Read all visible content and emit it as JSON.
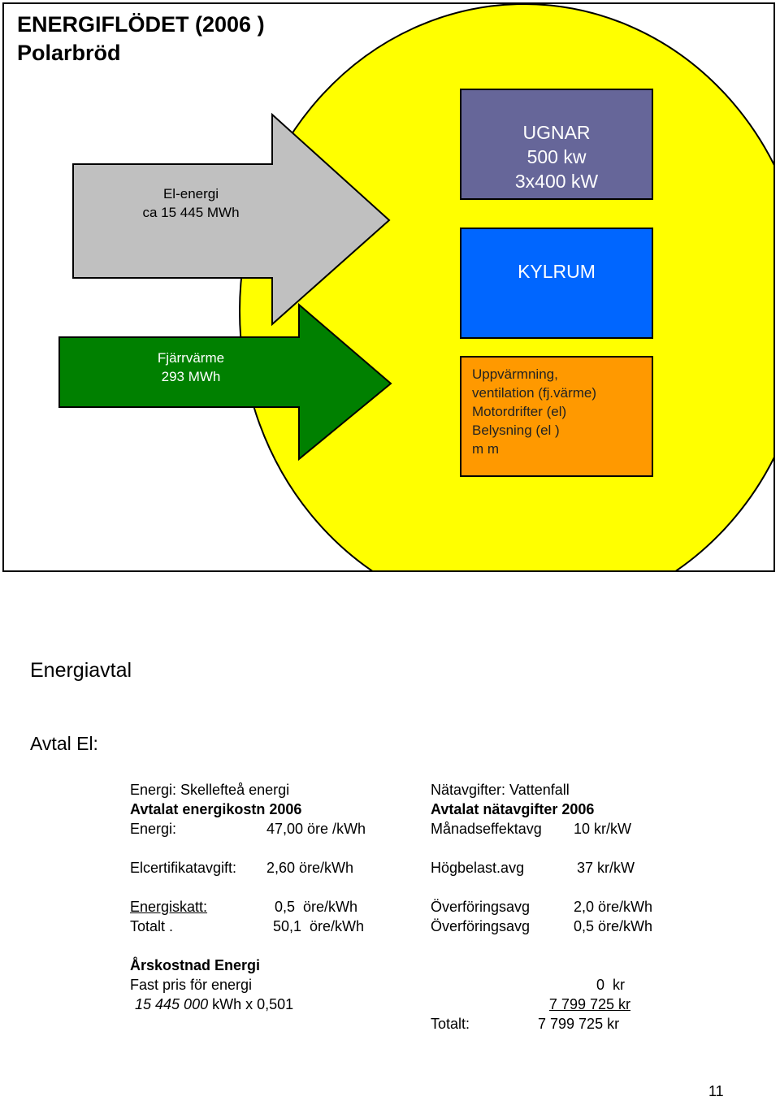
{
  "diagram": {
    "title_line1": "ENERGIFLÖDET (2006 )",
    "title_line2": "Polarbröd",
    "el_arrow": {
      "line1": "El-energi",
      "line2": "ca 15 445 MWh"
    },
    "fjarr_arrow": {
      "line1": "Fjärrvärme",
      "line2": "293 MWh"
    },
    "ugnar_box": {
      "line1": "UGNAR",
      "line2": "500 kw",
      "line3": "3x400 kW"
    },
    "kylrum_box": {
      "label": "KYLRUM"
    },
    "uppv_box": {
      "line1": "Uppvärmning,",
      "line2": "ventilation (fj.värme)",
      "line3": "Motordrifter (el)",
      "line4": "Belysning (el )",
      "line5": "m m"
    },
    "colors": {
      "circle": "#ffff00",
      "el_arrow": "#c0c0c0",
      "fjarr_arrow": "#008000",
      "ugnar": "#666699",
      "kylrum": "#0066ff",
      "uppv": "#ff9900"
    }
  },
  "agreement": {
    "heading": "Energiavtal",
    "subheading": "Avtal El:",
    "left": {
      "supplier": "Energi: Skellefteå energi",
      "agreed_cost_title": "Avtalat energikostn 2006",
      "energy_label": "Energi:",
      "energy_value": "47,00 öre /kWh",
      "elcert_label": "Elcertifikatavgift:",
      "elcert_value": "2,60 öre/kWh",
      "tax_label": "Energiskatt:",
      "tax_value": "0,5  öre/kWh",
      "total_label": "Totalt .",
      "total_value": "50,1  öre/kWh"
    },
    "right": {
      "network": "Nätavgifter: Vattenfall",
      "network_title": "Avtalat nätavgifter 2006",
      "monthly_label": "Månadseffektavg",
      "monthly_value": "10 kr/kW",
      "peak_label": "Högbelast.avg",
      "peak_value": "37 kr/kW",
      "transfer1_label": "Överföringsavg",
      "transfer1_value": "2,0 öre/kWh",
      "transfer2_label": "Överföringsavg",
      "transfer2_value": "0,5 öre/kWh"
    },
    "annual": {
      "title": "Årskostnad Energi",
      "fixed_label": "Fast pris för energi",
      "fixed_value": "0  kr",
      "calc_kwh": "15 445 000",
      "calc_rest": " kWh x 0,501",
      "calc_value": "7 799 725 kr",
      "total_label": "Totalt:",
      "total_value": "7 799 725 kr"
    }
  },
  "page_number": "11"
}
